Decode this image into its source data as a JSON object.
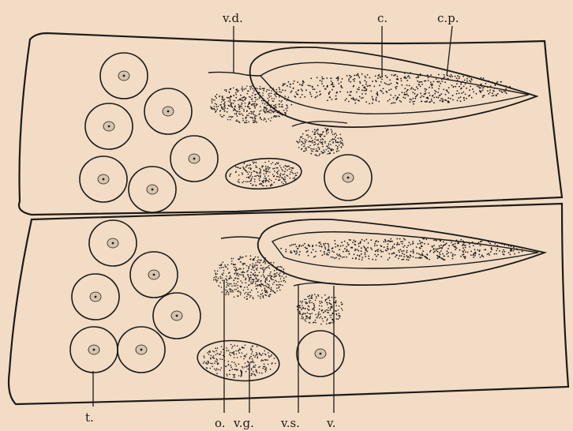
{
  "figure": {
    "background": "#f2dcc6",
    "ink": "#1e1a16",
    "labels": {
      "vas_deferens": "v.d.",
      "cirrus": "c.",
      "cirrus_pouch": "c.p.",
      "testis": "t.",
      "ovary": "o.",
      "vitelline_gland": "v.g.",
      "vesicula_seminalis": "v.s.",
      "vagina": "v."
    }
  }
}
